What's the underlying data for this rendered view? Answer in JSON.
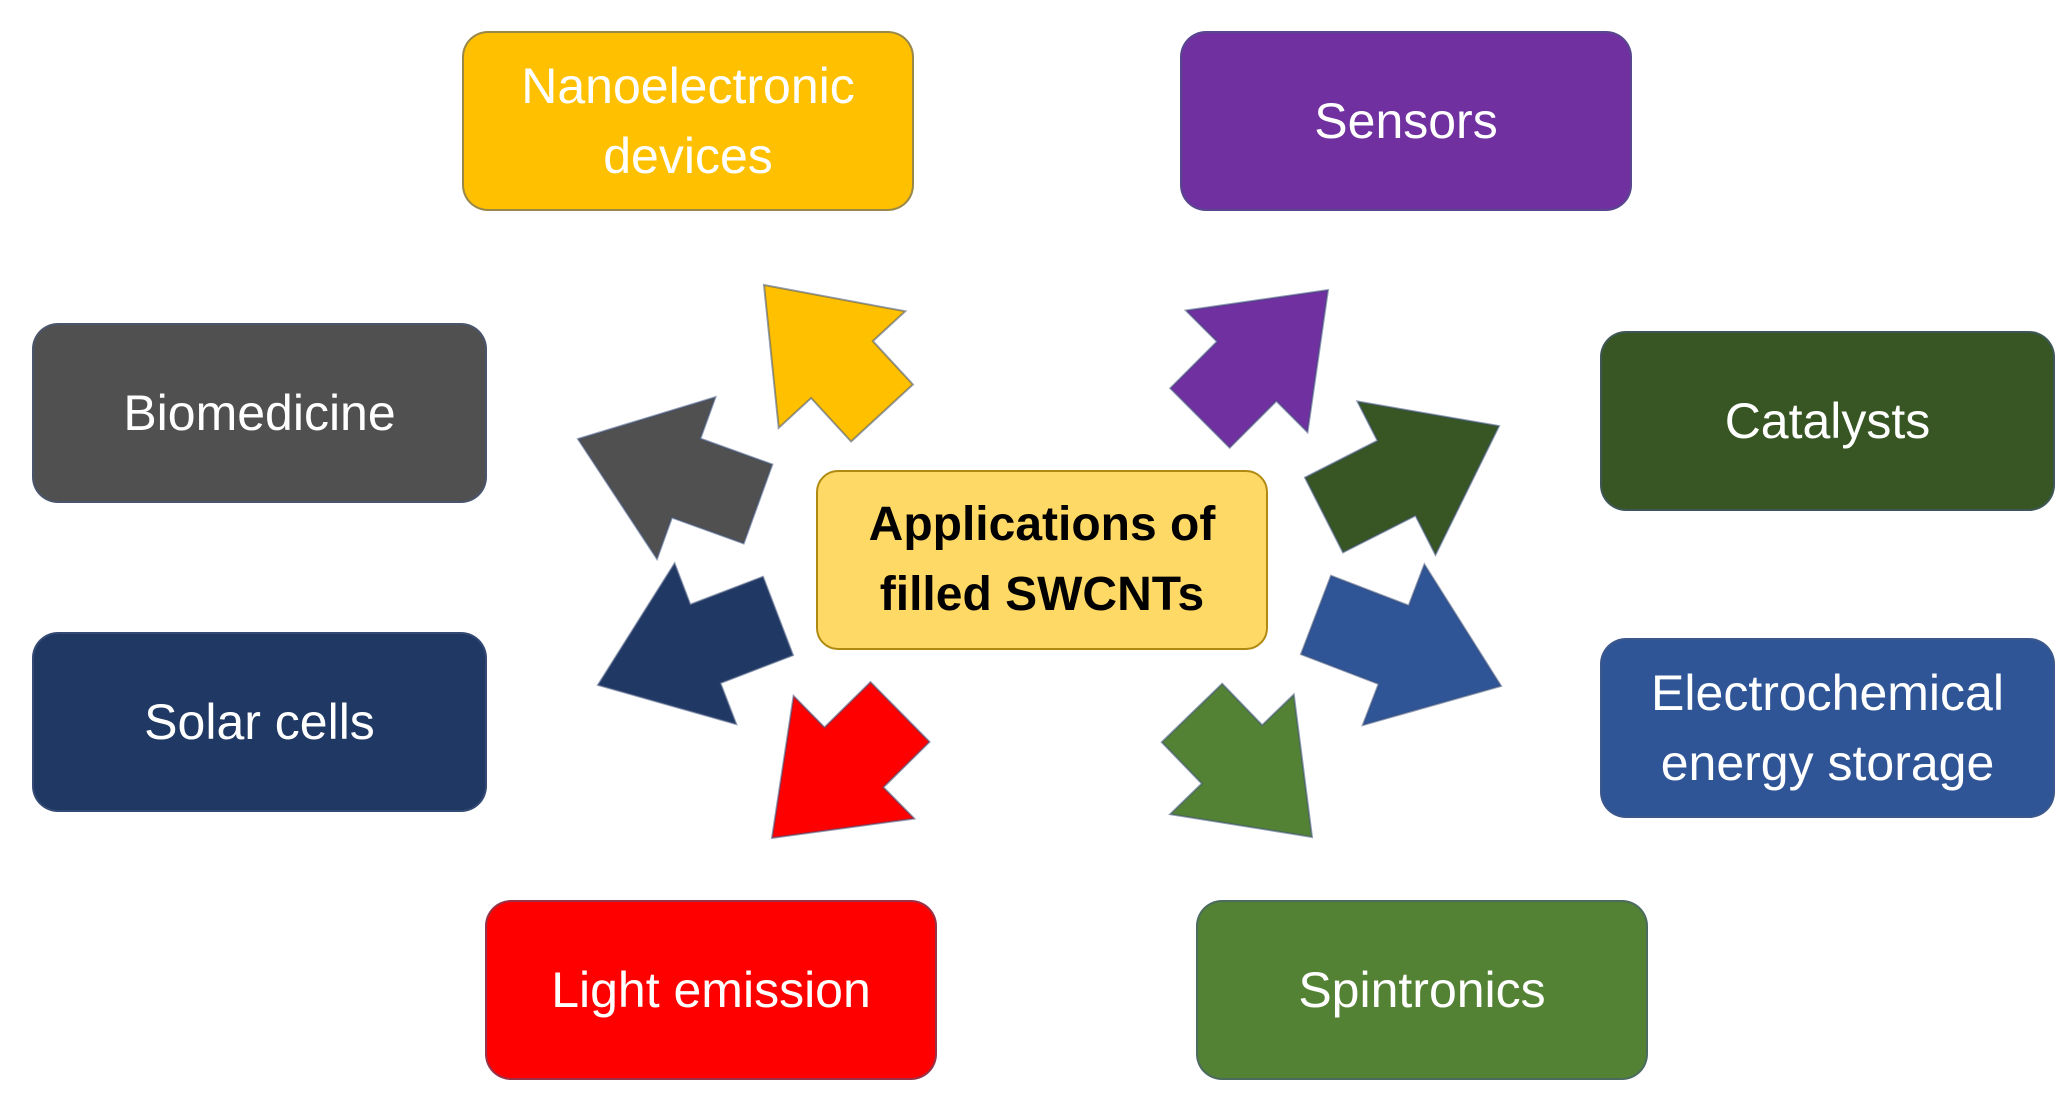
{
  "center": {
    "label": "Applications of filled SWCNTs",
    "color": "#FFD966"
  },
  "nodes": [
    {
      "id": "nanoelectronic-devices",
      "label": "Nanoelectronic devices",
      "color": "#FFC000"
    },
    {
      "id": "sensors",
      "label": "Sensors",
      "color": "#7030A0"
    },
    {
      "id": "biomedicine",
      "label": "Biomedicine",
      "color": "#505050"
    },
    {
      "id": "catalysts",
      "label": "Catalysts",
      "color": "#375623"
    },
    {
      "id": "solar-cells",
      "label": "Solar cells",
      "color": "#203864"
    },
    {
      "id": "electrochemical-energy-storage",
      "label": "Electrochemical energy storage",
      "color": "#2F5597"
    },
    {
      "id": "light-emission",
      "label": "Light emission",
      "color": "#FF0000"
    },
    {
      "id": "spintronics",
      "label": "Spintronics",
      "color": "#548235"
    }
  ]
}
